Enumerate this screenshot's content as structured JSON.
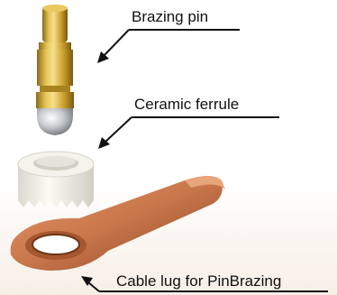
{
  "labels": {
    "brazing_pin": "Brazing pin",
    "ceramic_ferrule": "Ceramic ferrule",
    "cable_lug": "Cable lug for PinBrazing"
  },
  "colors": {
    "gold": "#c9a233",
    "steel": "#b9bcc0",
    "ceramic": "#efefe6",
    "copper": "#c8764a",
    "leader_line": "#111111"
  }
}
